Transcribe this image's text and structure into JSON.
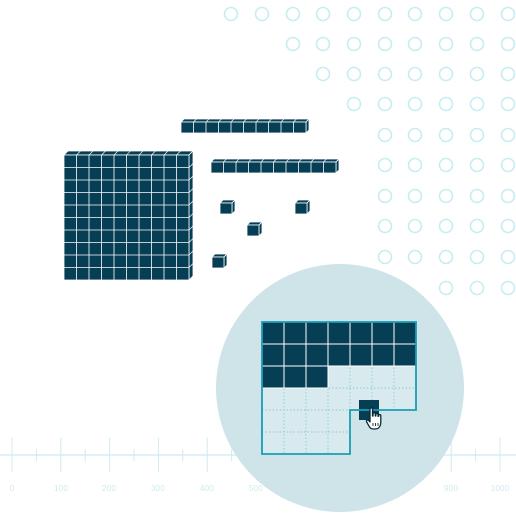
{
  "colors": {
    "background": "#ffffff",
    "block_fill": "#063f55",
    "block_line": "#ffffff",
    "dot_ring": "#c6edf2",
    "axis": "#cfeaf0",
    "circle_bg": "#cfe4e8",
    "grid_border": "#1a9db3",
    "grid_dotted": "#86cbd6"
  },
  "number_line": {
    "labels": [
      "0",
      "100",
      "200",
      "300",
      "400",
      "500",
      "900",
      "1000"
    ]
  },
  "blocks": {
    "flat_count": 1,
    "rod_count": 2,
    "unit_count": 4
  },
  "grid": {
    "columns": 7,
    "rows": 6,
    "filled_cells": 17,
    "cursor_icon": "hand-pointer-icon"
  }
}
